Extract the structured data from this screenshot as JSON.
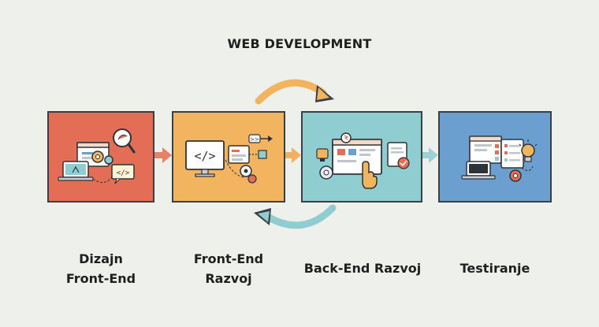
{
  "title": "WEB DEVELOPMENT",
  "stages": [
    {
      "line1": "Dizajn",
      "line2": "Front-End",
      "color": "#e36e55"
    },
    {
      "line1": "Front-End",
      "line2": "Razvoj",
      "color": "#f2b45f"
    },
    {
      "line1": "Back-End Razvoj",
      "line2": "",
      "color": "#8fcdd0"
    },
    {
      "line1": "Testiranje",
      "line2": "",
      "color": "#6a9fcf"
    }
  ],
  "icons": {
    "stage1": [
      "laptop-icon",
      "gear-icon",
      "magnifier-icon",
      "code-bubble-icon"
    ],
    "stage2": [
      "monitor-code-icon",
      "form-icon",
      "gear-icon"
    ],
    "stage3": [
      "browser-window-icon",
      "hand-cursor-icon",
      "gear-icon",
      "checklist-icon"
    ],
    "stage4": [
      "browser-window-icon",
      "laptop-icon",
      "lightbulb-icon",
      "gear-icon"
    ]
  },
  "accent_colors": {
    "flow_arrow_1": "#e8806a",
    "flow_arrow_2": "#f2b060",
    "flow_arrow_3": "#9dd2d4",
    "cycle_top": "#f2b45f",
    "cycle_bottom": "#8fcdd0"
  }
}
